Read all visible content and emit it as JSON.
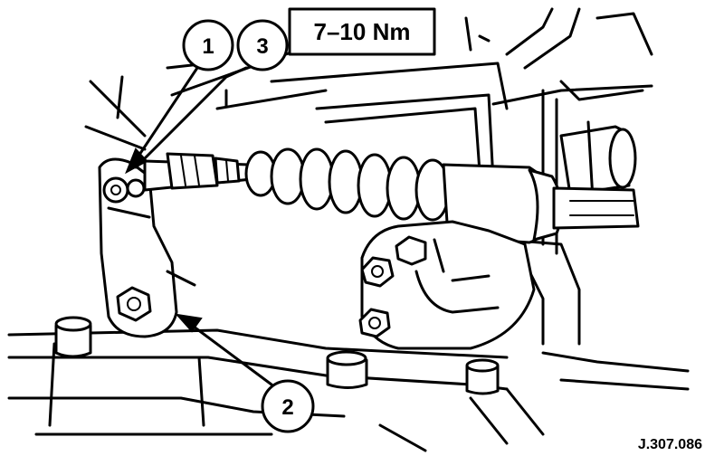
{
  "callouts": {
    "c1": "1",
    "c3": "3",
    "c2": "2"
  },
  "torque_label": "7–10 Nm",
  "figure_ref": "J.307.086"
}
